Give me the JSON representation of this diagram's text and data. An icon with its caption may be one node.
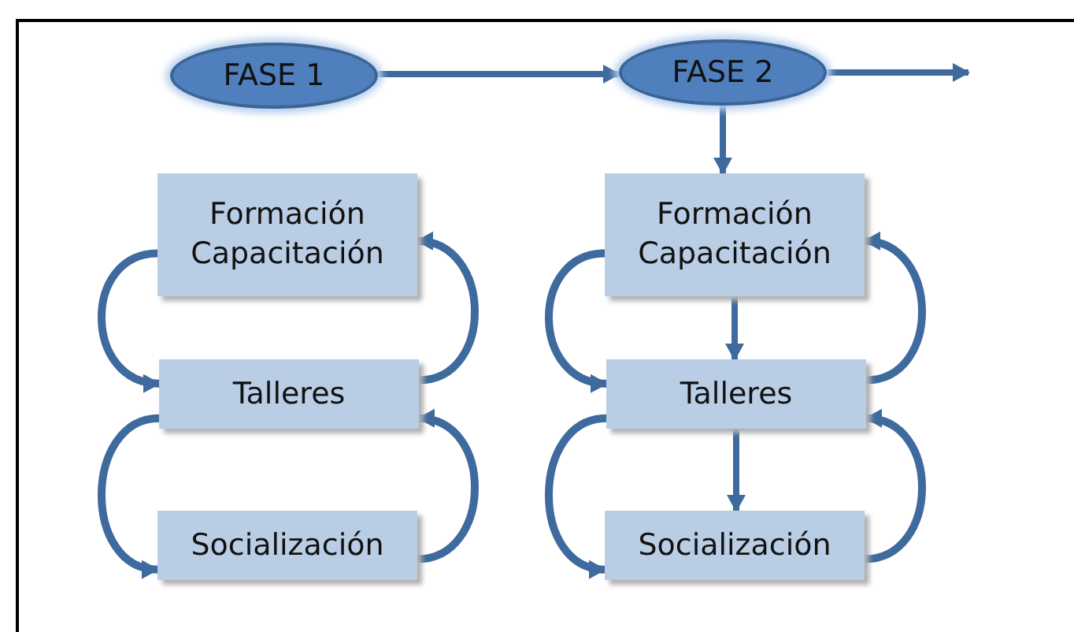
{
  "diagram": {
    "nodes": [
      {
        "text": [
          "FASE 1"
        ]
      },
      {
        "text": [
          "FASE 2"
        ]
      },
      {
        "text": [
          "Formación Capacitación"
        ]
      },
      {
        "text": [
          "Talleres"
        ]
      },
      {
        "text": [
          "Socialización"
        ]
      },
      {
        "text": [
          "Formación Capacitación"
        ]
      },
      {
        "text": [
          "Talleres"
        ]
      },
      {
        "text": [
          "Socialización"
        ]
      }
    ],
    "edges": [
      {
        "from": 0,
        "to": 1,
        "arrow": "to"
      },
      {
        "from": 1,
        "to": null,
        "arrow": "to"
      },
      {
        "from": 1,
        "to": 5,
        "arrow": "to"
      },
      {
        "from": 2,
        "to": 3,
        "arrow": "to"
      },
      {
        "from": 3,
        "to": 2,
        "arrow": "to"
      },
      {
        "from": 3,
        "to": 4,
        "arrow": "to"
      },
      {
        "from": 4,
        "to": 3,
        "arrow": "to"
      },
      {
        "from": 5,
        "to": 6,
        "arrow": "to"
      },
      {
        "from": 6,
        "to": 5,
        "arrow": "to"
      },
      {
        "from": 6,
        "to": 7,
        "arrow": "to"
      },
      {
        "from": 7,
        "to": 6,
        "arrow": "to"
      },
      {
        "from": 5,
        "to": 6,
        "arrow": "to"
      },
      {
        "from": 6,
        "to": 7,
        "arrow": "to"
      }
    ]
  }
}
